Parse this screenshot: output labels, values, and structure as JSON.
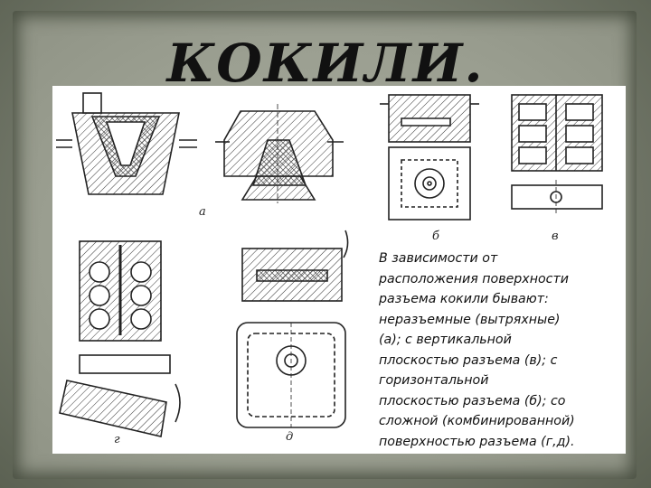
{
  "slide": {
    "title": "КОКИЛИ.",
    "caption": "В зависимости от\nрасположения поверхности\nразъема кокили бывают:\nнеразъемные (вытряхные)\n(а); с вертикальной\nплоскостью разъема (в); с\nгоризонтальной\nплоскостью разъема (б); со\nсложной (комбинированной)\nповерхностью разъема (г,д).",
    "figure_labels": {
      "a": "а",
      "b": "б",
      "v": "в",
      "g": "г",
      "d": "д"
    }
  }
}
